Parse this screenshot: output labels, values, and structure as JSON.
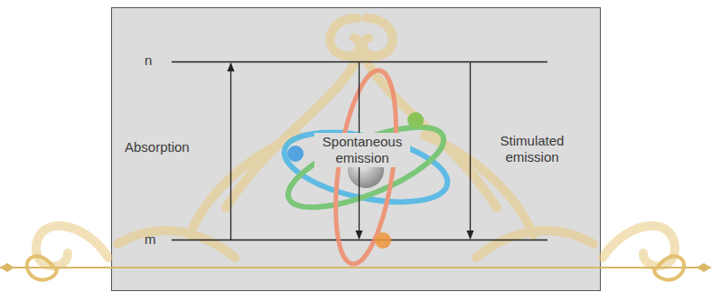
{
  "diagram": {
    "labels": [
      "n",
      "m",
      "Absorption",
      "Spontaneous emission",
      "Stimulated emission"
    ]
  }
}
